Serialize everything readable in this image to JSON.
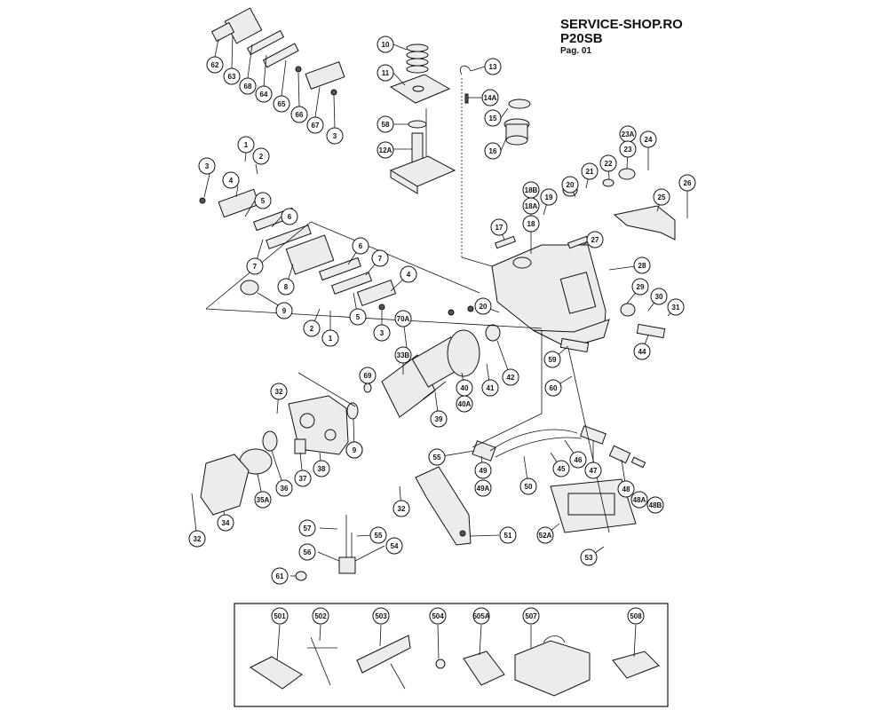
{
  "header": {
    "site": "SERVICE-SHOP.RO",
    "model": "P20SB",
    "page": "Pag. 01"
  },
  "parts": [
    "62",
    "63",
    "68",
    "64",
    "65",
    "66",
    "67",
    "3",
    "10",
    "11",
    "58",
    "12A",
    "13",
    "14A",
    "15",
    "16",
    "1",
    "2",
    "3",
    "4",
    "5",
    "6",
    "7",
    "8",
    "9",
    "6",
    "7",
    "4",
    "5",
    "2",
    "1",
    "3",
    "9",
    "18B",
    "18A",
    "18",
    "19",
    "17",
    "20",
    "21",
    "22",
    "23A",
    "23",
    "24",
    "25",
    "26",
    "27",
    "28",
    "29",
    "30",
    "31",
    "44",
    "59",
    "60",
    "20",
    "70A",
    "33B",
    "69",
    "40",
    "40A",
    "41",
    "42",
    "39",
    "32",
    "38",
    "9",
    "36",
    "37",
    "35A",
    "34",
    "32",
    "55",
    "49",
    "49A",
    "50",
    "45",
    "46",
    "47",
    "48",
    "48A",
    "48B",
    "52A",
    "53",
    "51",
    "32",
    "57",
    "55",
    "54",
    "56",
    "61",
    "501",
    "502",
    "503",
    "504",
    "505A",
    "507",
    "508"
  ]
}
